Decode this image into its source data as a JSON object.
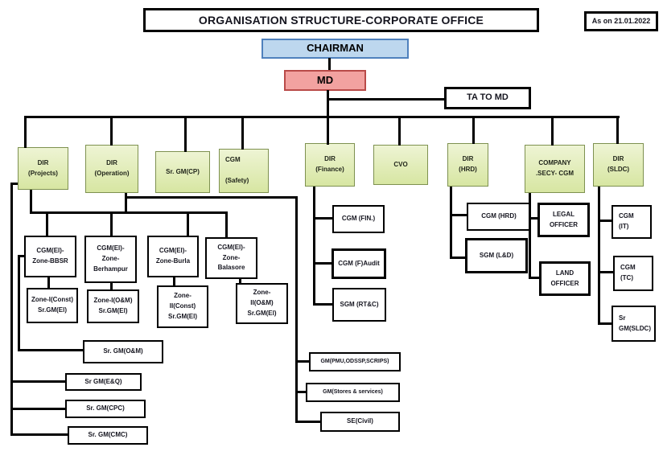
{
  "title": "ORGANISATION STRUCTURE-CORPORATE OFFICE",
  "date_note": "As on 21.01.2022",
  "colors": {
    "chairman_fill": "#bdd7ee",
    "chairman_border": "#4f81bd",
    "md_fill": "#f2a2a0",
    "md_border": "#b94a48",
    "dept_fill": "#d7e6a2",
    "dept_border": "#7e9150",
    "connector": "#000000"
  },
  "nodes": {
    "chairman": "CHAIRMAN",
    "md": "MD",
    "ta_to_md": "TA TO MD",
    "dir_projects": "DIR\n(Projects)",
    "dir_operation": "DIR\n(Operation)",
    "sr_gm_cp": "Sr. GM(CP)",
    "cgm_safety": "CGM\n\n(Safety)",
    "dir_finance": "DIR\n(Finance)",
    "cvo": "CVO",
    "dir_hrd": "DIR\n(HRD)",
    "company_secy_cgm": "COMPANY\n.SECY- CGM",
    "dir_sldc": "DIR\n(SLDC)",
    "cgm_el_zone_bbsr": "CGM(El)-\nZone-BBSR",
    "cgm_el_zone_berhampur": "CGM(El)-\nZone-\nBerhampur",
    "cgm_el_zone_burla": "CGM(El)-\nZone-Burla",
    "cgm_el_zone_balasore": "CGM(El)-\nZone-\nBalasore",
    "zone_i_const": "Zone-I(Const)\nSr.GM(El)",
    "zone_i_om": "Zone-I(O&M)\nSr.GM(El)",
    "zone_ii_const": "Zone-\nII(Const)\nSr.GM(El)",
    "zone_ii_om": "Zone-\nII(O&M)\nSr.GM(El)",
    "sr_gm_om": "Sr. GM(O&M)",
    "sr_gm_eq": "Sr GM(E&Q)",
    "sr_gm_cpc": "Sr. GM(CPC)",
    "sr_gm_cmc": "Sr. GM(CMC)",
    "cgm_fin": "CGM (FIN.)",
    "cgm_f_audit": "CGM (F)Audit",
    "sgm_rtc": "SGM (RT&C)",
    "gm_pmu": "GM(PMU,ODSSP,SCRIPS)",
    "gm_stores": "GM(Stores & services)",
    "se_civil": "SE(Civil)",
    "cgm_hrd": "CGM (HRD)",
    "sgm_ld": "SGM (L&D)",
    "legal_officer": "LEGAL\nOFFICER",
    "land_officer": "LAND\nOFFICER",
    "cgm_it": "CGM\n(IT)",
    "cgm_tc": "CGM\n(TC)",
    "sr_gm_sldc": "Sr\nGM(SLDC)"
  }
}
